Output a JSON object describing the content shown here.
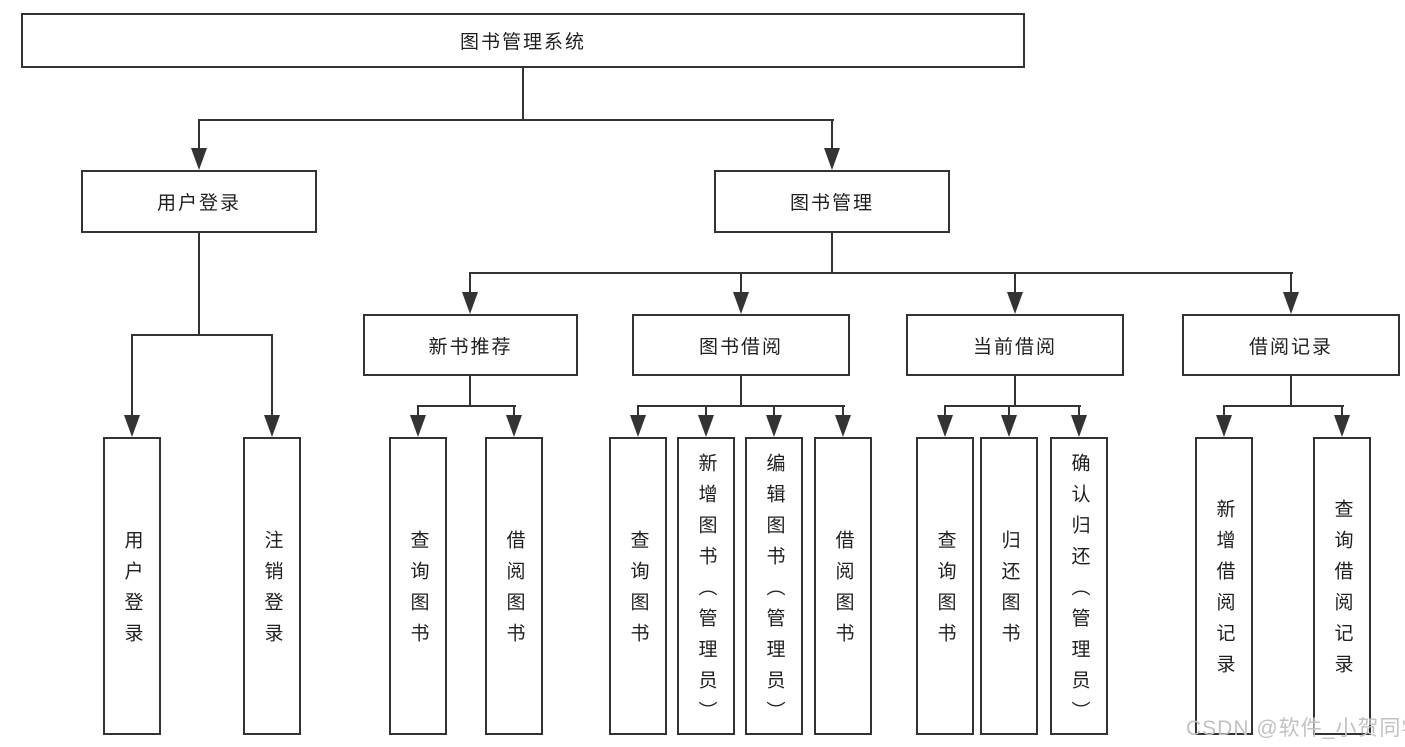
{
  "diagram": {
    "root": {
      "label": "图书管理系统"
    },
    "level2": [
      {
        "label": "用户登录"
      },
      {
        "label": "图书管理"
      }
    ],
    "level3": [
      {
        "label": "新书推荐"
      },
      {
        "label": "图书借阅"
      },
      {
        "label": "当前借阅"
      },
      {
        "label": "借阅记录"
      }
    ],
    "leaves": {
      "user_login": [
        {
          "label": "用户登录"
        },
        {
          "label": "注销登录"
        }
      ],
      "new_books": [
        {
          "label": "查询图书"
        },
        {
          "label": "借阅图书"
        }
      ],
      "book_borrow": [
        {
          "label": "查询图书"
        },
        {
          "label": "新增图书（管理员）"
        },
        {
          "label": "编辑图书（管理员）"
        },
        {
          "label": "借阅图书"
        }
      ],
      "current_borrow": [
        {
          "label": "查询图书"
        },
        {
          "label": "归还图书"
        },
        {
          "label": "确认归还（管理员）"
        }
      ],
      "borrow_records": [
        {
          "label": "新增借阅记录"
        },
        {
          "label": "查询借阅记录"
        }
      ]
    },
    "watermark": "CSDN @软件_小贺同学",
    "colors": {
      "line": "#333333",
      "border": "#333333",
      "text": "#1f1f1f",
      "watermark": "#c2c2c2",
      "background": "#ffffff"
    }
  }
}
